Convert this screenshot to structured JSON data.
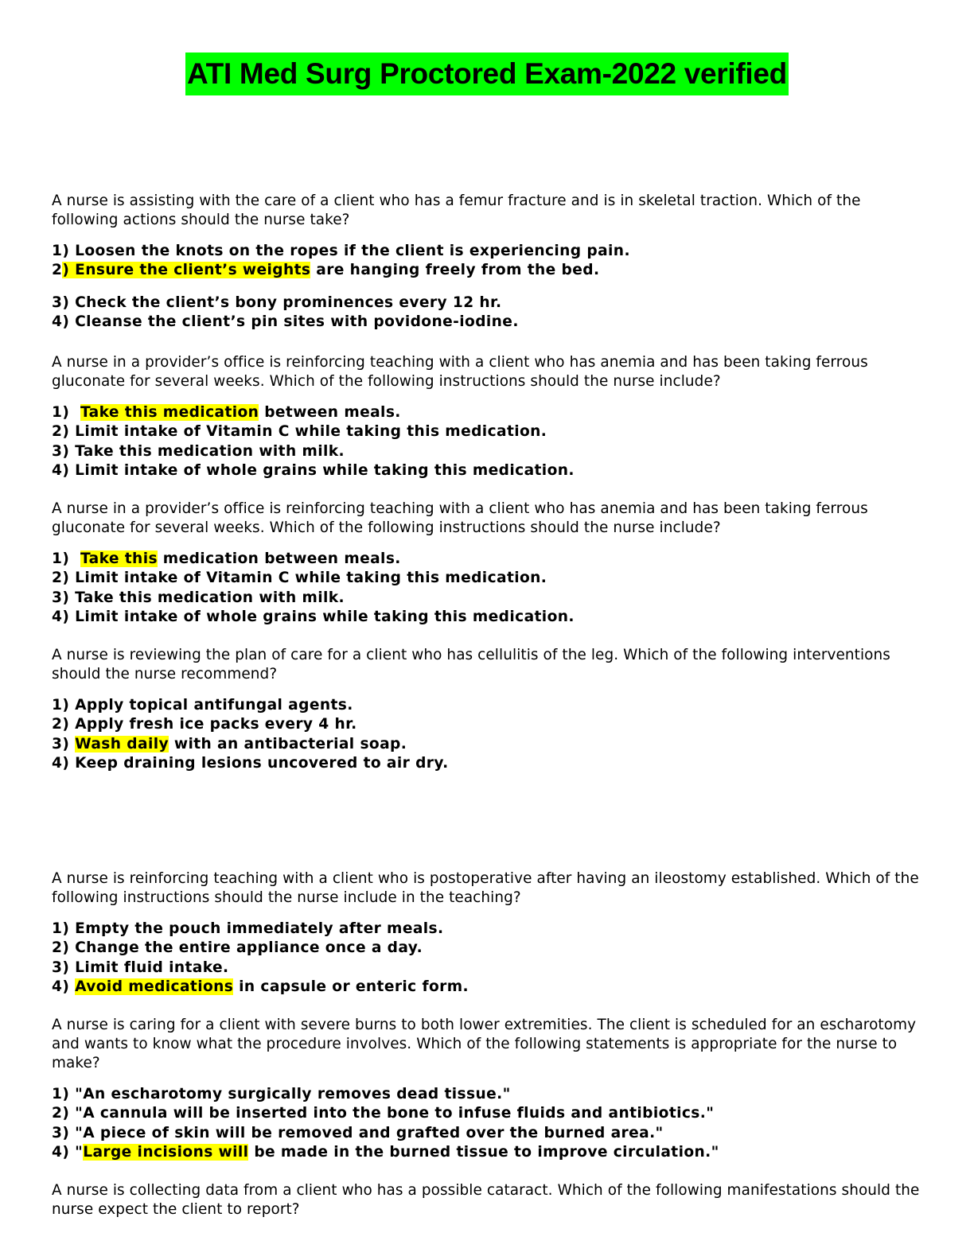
{
  "document": {
    "title": "ATI Med Surg Proctored Exam-2022 verified",
    "questions": [
      {
        "stem": "A nurse is assisting with the care of a client who has a femur fracture and is in skeletal traction. Which of the following actions should the nurse take?",
        "options": [
          {
            "pre": "1) Loosen the knots on the ropes if the client is experiencing pain.",
            "hl": "",
            "post": ""
          },
          {
            "pre": "2",
            "hl": ") Ensure the client’s weights",
            "post": " are hanging freely from the bed."
          },
          {
            "pre": "3) Check the client’s bony prominences every 12 hr.",
            "hl": "",
            "post": ""
          },
          {
            "pre": "4) Cleanse the client’s pin sites with povidone-iodine.",
            "hl": "",
            "post": ""
          }
        ]
      },
      {
        "stem": "A nurse in a provider’s office is reinforcing teaching with a client who has anemia and has been taking ferrous gluconate for several weeks. Which of the following instructions should the nurse include?",
        "options": [
          {
            "pre": "1)  ",
            "hl": "Take this medication",
            "post": " between meals."
          },
          {
            "pre": "2) Limit intake of Vitamin C while taking this medication.",
            "hl": "",
            "post": ""
          },
          {
            "pre": "3) Take this medication with milk.",
            "hl": "",
            "post": ""
          },
          {
            "pre": "4) Limit intake of whole grains while taking this medication.",
            "hl": "",
            "post": ""
          }
        ]
      },
      {
        "stem": "A nurse in a provider’s office is reinforcing teaching with a client who has anemia and has been taking ferrous gluconate for several weeks. Which of the following instructions should the nurse include?",
        "options": [
          {
            "pre": "1)  ",
            "hl": "Take this",
            "post": " medication between meals."
          },
          {
            "pre": "2) Limit intake of Vitamin C while taking this medication.",
            "hl": "",
            "post": ""
          },
          {
            "pre": "3) Take this medication with milk.",
            "hl": "",
            "post": ""
          },
          {
            "pre": "4) Limit intake of whole grains while taking this medication.",
            "hl": "",
            "post": ""
          }
        ]
      },
      {
        "stem": "A nurse is reviewing the plan of care for a client who has cellulitis of the leg. Which of the following interventions should the nurse recommend?",
        "options": [
          {
            "pre": "1) Apply topical antifungal agents.",
            "hl": "",
            "post": ""
          },
          {
            "pre": "2) Apply fresh ice packs every 4 hr.",
            "hl": "",
            "post": ""
          },
          {
            "pre": "3) ",
            "hl": "Wash daily",
            "post": " with an antibacterial soap."
          },
          {
            "pre": "4) Keep draining lesions uncovered to air dry.",
            "hl": "",
            "post": ""
          }
        ]
      },
      {
        "stem": "A nurse is reinforcing teaching with a client who is postoperative after having an ileostomy established. Which of the following instructions should the nurse include in the teaching?",
        "options": [
          {
            "pre": "1) Empty the pouch immediately after meals.",
            "hl": "",
            "post": ""
          },
          {
            "pre": "2) Change the entire appliance once a day.",
            "hl": "",
            "post": ""
          },
          {
            "pre": "3) Limit fluid intake.",
            "hl": "",
            "post": ""
          },
          {
            "pre": "4) ",
            "hl": "Avoid medications",
            "post": " in capsule or enteric form."
          }
        ]
      },
      {
        "stem": "A nurse is caring for a client with severe burns to both lower extremities. The client is scheduled for an escharotomy and wants to know what the procedure involves. Which of the following statements is appropriate for the nurse to make?",
        "options": [
          {
            "pre": "1) \"An escharotomy surgically removes dead tissue.\"",
            "hl": "",
            "post": ""
          },
          {
            "pre": "2) \"A cannula will be inserted into the bone to infuse fluids and antibiotics.\"",
            "hl": "",
            "post": ""
          },
          {
            "pre": "3) \"A piece of skin will be removed and grafted over the burned area.\"",
            "hl": "",
            "post": ""
          },
          {
            "pre": "4) \"",
            "hl": "Large incisions will",
            "post": " be made in the burned tissue to improve circulation.\""
          }
        ]
      },
      {
        "stem": "A nurse is collecting data from a client who has a possible cataract. Which of the following manifestations should the nurse expect the client to report?",
        "options": []
      }
    ]
  }
}
